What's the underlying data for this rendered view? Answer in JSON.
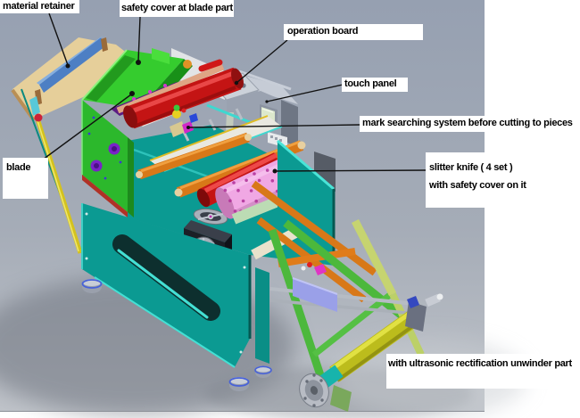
{
  "labels": {
    "material_retainer": "material retainer",
    "safety_cover": "safety cover at blade part",
    "operation_board": "operation board",
    "touch_panel": "touch panel",
    "mark_searching": "mark searching system before cutting to pieces",
    "slitter_knife_line1": "slitter knife ( 4 set )",
    "slitter_knife_line2": "with safety cover on it",
    "blade": "blade",
    "unwinder": "with ultrasonic rectification unwinder part"
  },
  "colors": {
    "background_gray": "#9aa3b2",
    "machine_teal": "#0b9a92",
    "panel_green": "#2cb82c",
    "cover_green": "#35cc2e",
    "roller_red": "#c41414",
    "roller_pink": "#f0a8e4",
    "cap_blue": "#2f3cc0",
    "roller_yellow": "#bcbc1c",
    "roller_orange": "#d87818",
    "table_tan": "#e6cf9a",
    "retainer_blue": "#4d7fc4",
    "arm_green": "#4cb83c",
    "leader_black": "#111111"
  }
}
